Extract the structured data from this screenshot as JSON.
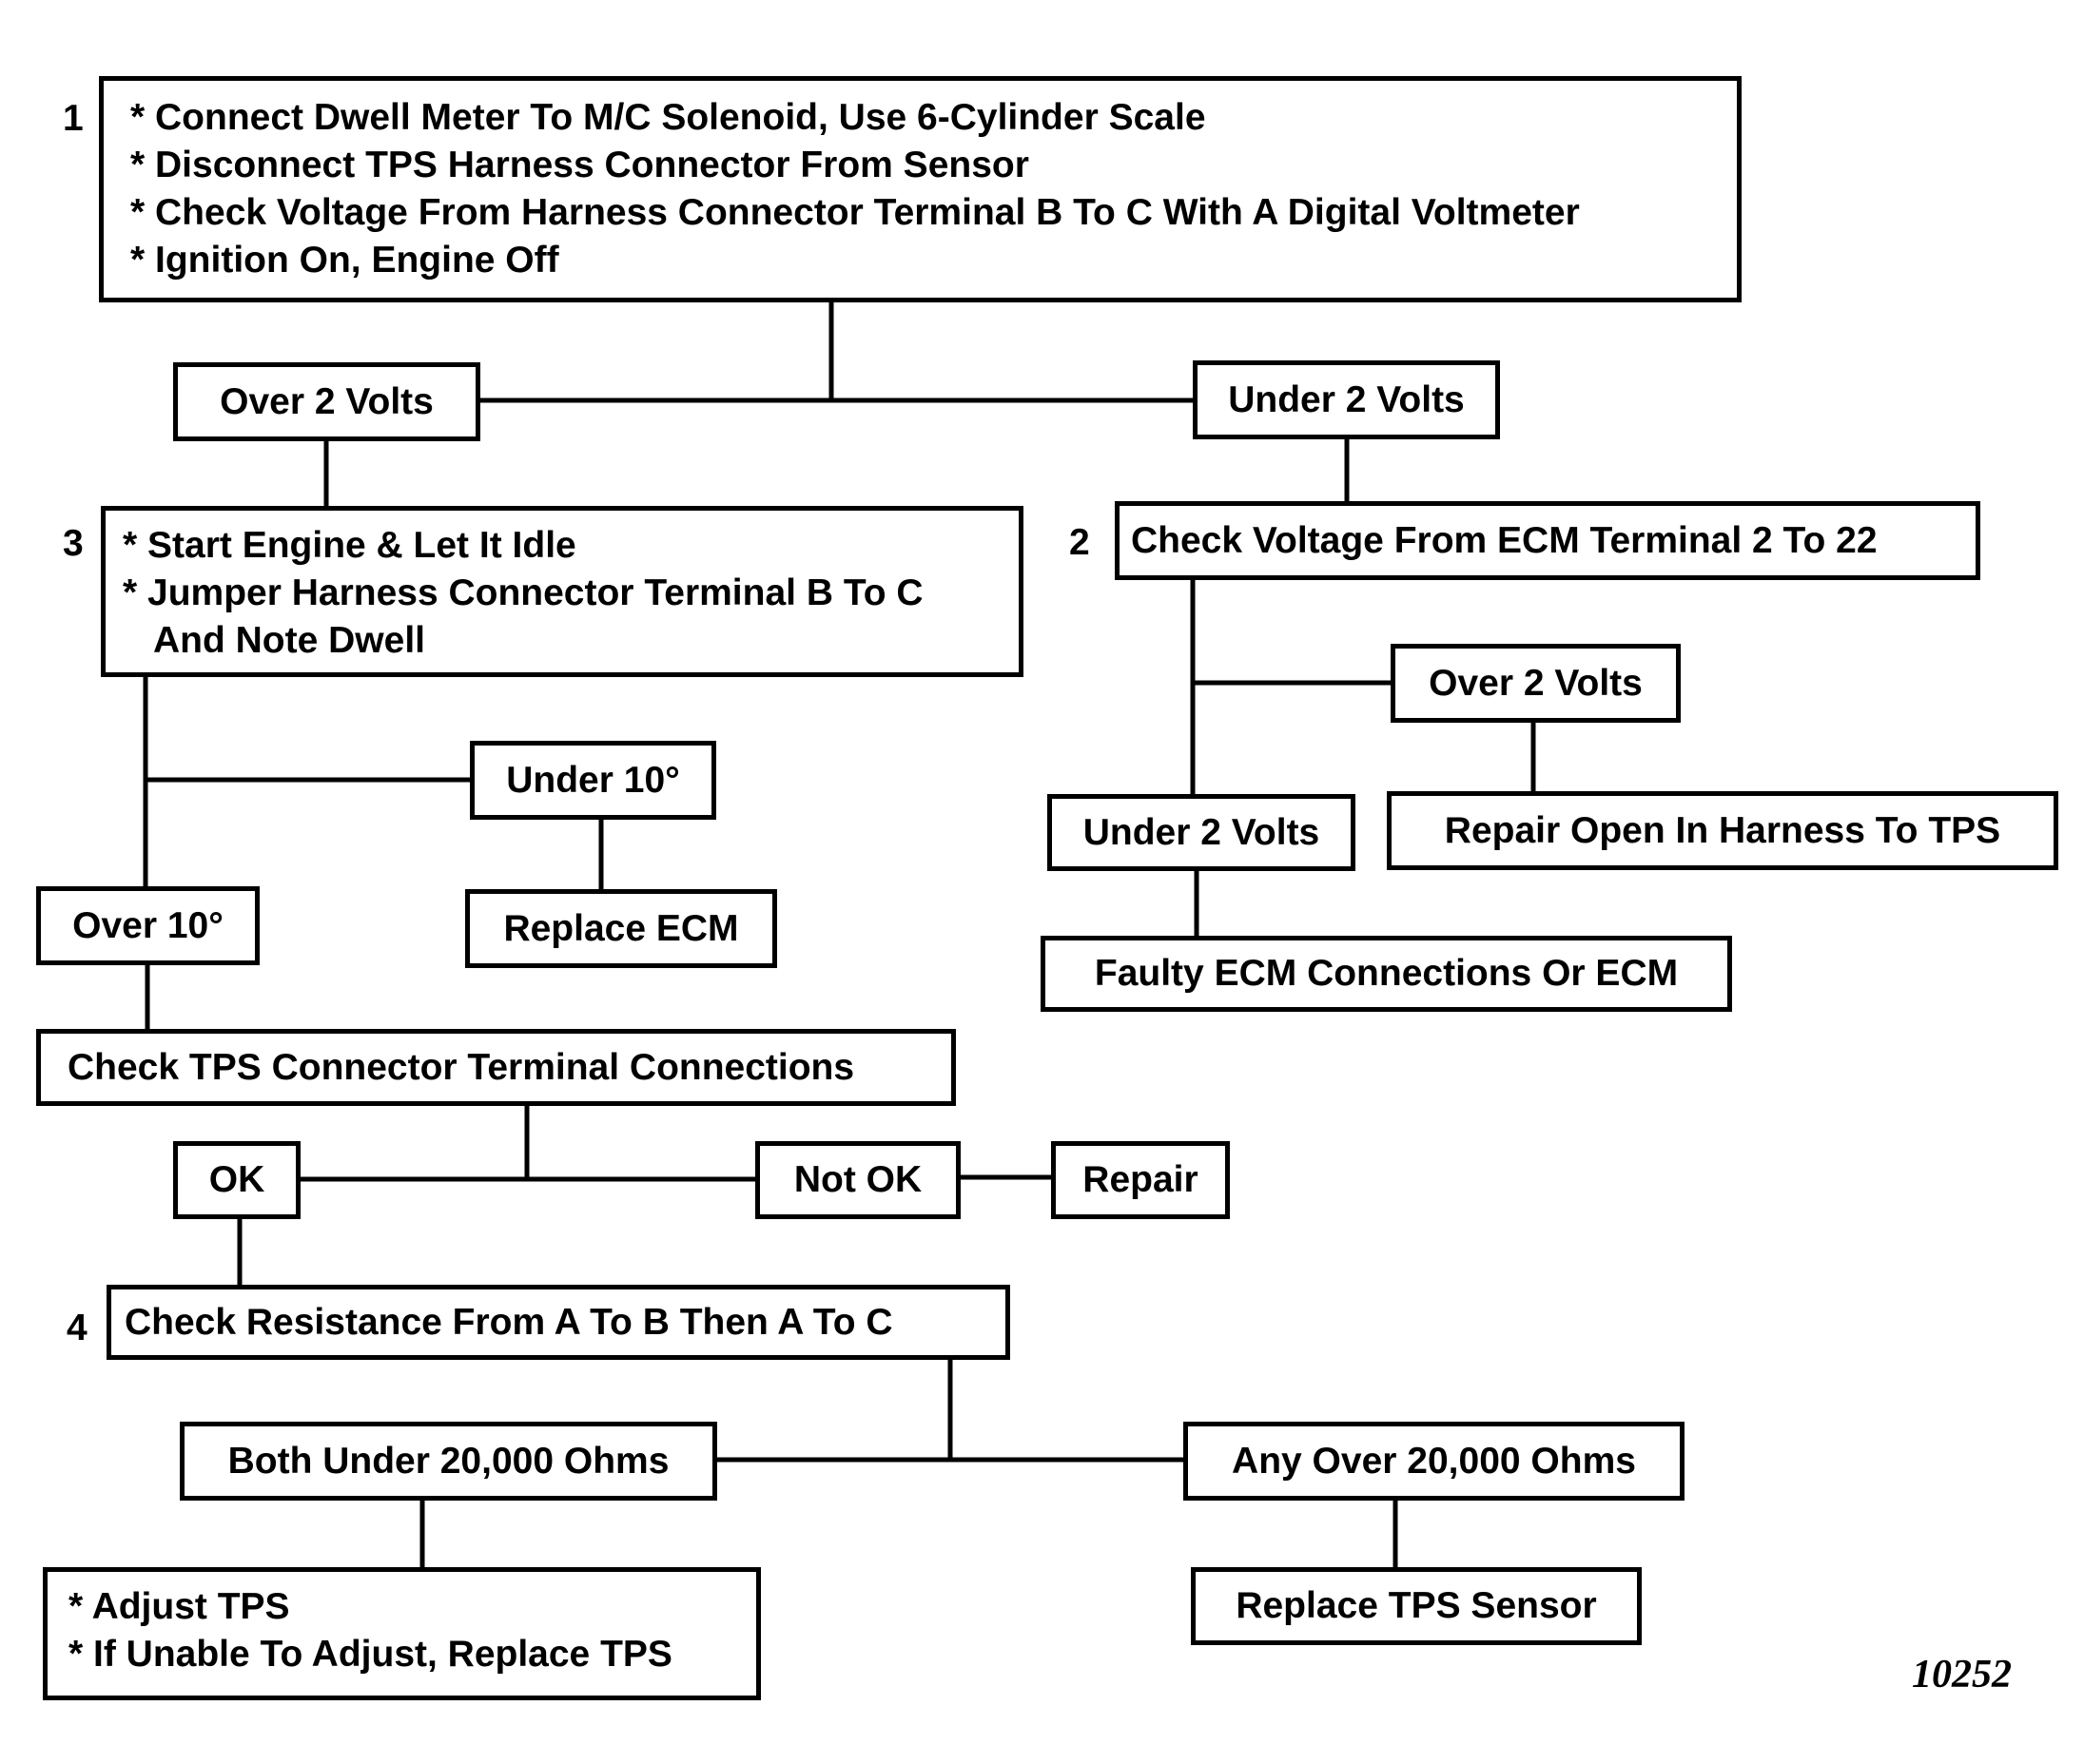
{
  "step1": {
    "number": "1",
    "lines": [
      "* Connect Dwell Meter To M/C Solenoid, Use 6-Cylinder Scale",
      "* Disconnect TPS Harness Connector From Sensor",
      "* Check Voltage From Harness Connector Terminal B To C With A Digital Voltmeter",
      "* Ignition On, Engine Off"
    ]
  },
  "branch1": {
    "left": "Over 2 Volts",
    "right": "Under 2 Volts"
  },
  "step3": {
    "number": "3",
    "lines": [
      "* Start Engine & Let It Idle",
      "* Jumper Harness Connector Terminal B To C",
      "And Note Dwell"
    ]
  },
  "step2": {
    "number": "2",
    "text": "Check Voltage From ECM Terminal 2 To 22"
  },
  "step2_branch": {
    "over": "Over 2 Volts",
    "under": "Under 2 Volts",
    "repair_open": "Repair Open In Harness To TPS",
    "faulty": "Faulty ECM Connections Or ECM"
  },
  "step3_branch": {
    "under": "Under 10°",
    "replace_ecm": "Replace ECM",
    "over": "Over 10°"
  },
  "check_tps": "Check TPS Connector Terminal Connections",
  "tps_branch": {
    "ok": "OK",
    "not_ok": "Not OK",
    "repair": "Repair"
  },
  "step4": {
    "number": "4",
    "text": "Check Resistance From A To B Then A To C"
  },
  "step4_branch": {
    "both_under": "Both Under 20,000 Ohms",
    "any_over": "Any Over 20,000 Ohms",
    "adjust_lines": [
      "* Adjust TPS",
      "* If Unable To Adjust, Replace TPS"
    ],
    "replace_sensor": "Replace TPS Sensor"
  },
  "figure_code": "10252"
}
